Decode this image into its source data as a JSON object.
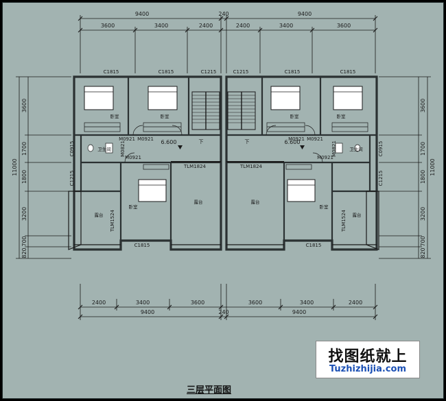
{
  "title": "三层平面图",
  "watermark": {
    "text_cn": "找图纸就上",
    "url": "Tuzhizhijia.com"
  },
  "colors": {
    "background": "#a2b3b1",
    "line": "#1a1a1a",
    "wall_fill": "#3a3f40",
    "url_blue": "#1a4fb4"
  },
  "dimensions": {
    "top_total": [
      "9400",
      "240",
      "9400"
    ],
    "top_segments": [
      "3600",
      "3400",
      "2400",
      "2400",
      "3400",
      "3600"
    ],
    "bottom_segments": [
      "2400",
      "3400",
      "3600",
      "3600",
      "3400",
      "2400"
    ],
    "bottom_total": [
      "9400",
      "240",
      "9400"
    ],
    "left_total": "11000",
    "right_total": "11000",
    "left_segments": [
      "3600",
      "1700",
      "1800",
      "3200",
      "700",
      "820"
    ],
    "right_segments": [
      "3600",
      "1700",
      "1800",
      "3200",
      "700",
      "820"
    ]
  },
  "labels": {
    "windows_top": [
      "C1815",
      "C1815",
      "C1215",
      "C1215",
      "C1815",
      "C1815"
    ],
    "windows_bottom": [
      "C1815",
      "C1815"
    ],
    "window_side_upper": [
      "C0915",
      "C0915"
    ],
    "window_side_lower": [
      "C1215",
      "C1215"
    ],
    "doors_m0921": [
      "M0921",
      "M0921",
      "M0921",
      "M0921",
      "M0921",
      "M0921"
    ],
    "doors_m0821": [
      "M0821",
      "M0821"
    ],
    "sliding_doors": [
      "TLM1824",
      "TLM1824"
    ],
    "sliding_side": [
      "TLM1524",
      "TLM1524"
    ],
    "elevations": [
      "6.600",
      "6.600"
    ],
    "stair_down": [
      "下",
      "下"
    ]
  },
  "rooms": {
    "bedroom": "卧室",
    "bathroom": "卫生间",
    "terrace": "露台"
  }
}
